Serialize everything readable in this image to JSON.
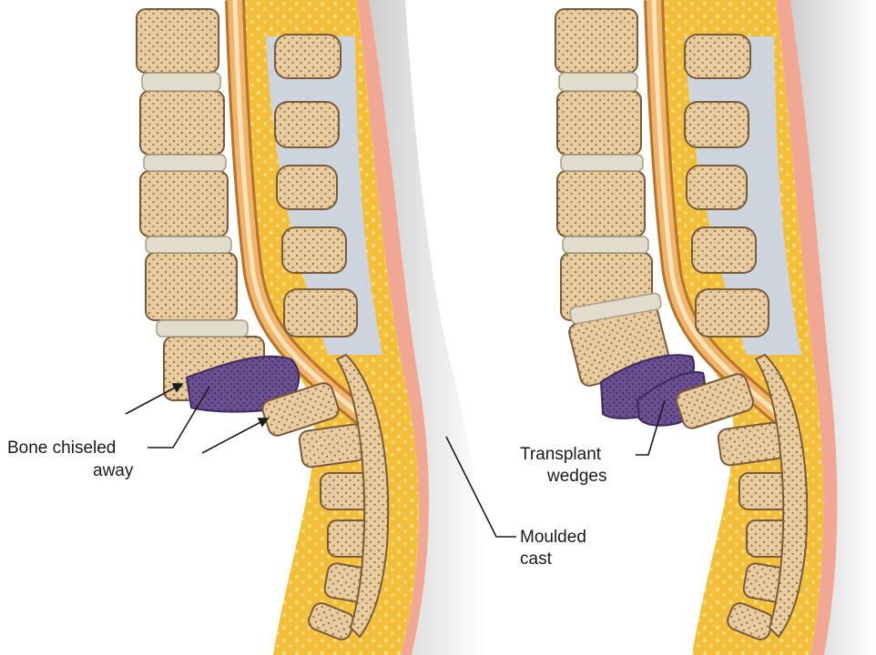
{
  "labels": {
    "bone_line1": "Bone chiseled",
    "bone_line2": "away",
    "transplant_line1": "Transplant",
    "transplant_line2": "wedges",
    "cast_line1": "Moulded",
    "cast_line2": "cast"
  },
  "colors": {
    "bone_fill": "#e7ccA0",
    "bone_outline": "#7a5a38",
    "bone_pore": "#9c7346",
    "disc": "#e2dccd",
    "fat_yellow": "#f3bf3a",
    "cord": "#f0b46a",
    "ligament_blue": "#c9d6ef",
    "skin_pink": "#f0a895",
    "cast_gray": "#d9d9d9",
    "wedge_purple": "#6a5090"
  }
}
